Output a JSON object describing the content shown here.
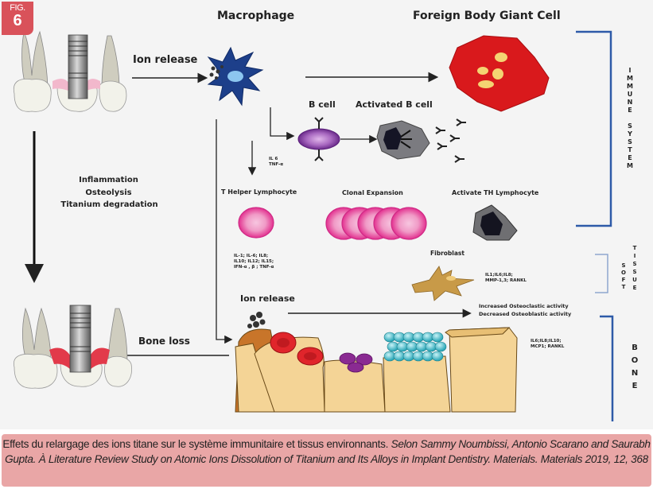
{
  "figure": {
    "badge_top": "FIG.",
    "badge_number": "6",
    "badge_color": "#d9525a"
  },
  "labels": {
    "macrophage": "Macrophage",
    "foreign_body_giant_cell": "Foreign Body Giant Cell",
    "ion_release_top": "Ion release",
    "b_cell": "B cell",
    "activated_b_cell": "Activated B cell",
    "il6_tnf": "IL 6\nTNF-α",
    "t_helper": "T Helper Lymphocyte",
    "clonal_expansion": "Clonal Expansion",
    "activate_th": "Activate TH Lymphocyte",
    "cytokines_th": "IL-1; IL-6; IL8;\nIL10; IL12; IL15;\nIFN-α , β ; TNF-α",
    "fibroblast": "Fibroblast",
    "fibroblast_cytokines": "IL1;IL6;IL8;\nMMP-1,3; RANKL",
    "ion_release_bottom": "Ion release",
    "increased_osteoclastic": "Increased Osteoclastic activity",
    "decreased_osteoblastic": "Decreased Osteoblastic activity",
    "bone_cytokines": "IL6;IL8;IL10;\nMCP1; RANKL",
    "bone_loss": "Bone loss",
    "inflammation": "Inflammation",
    "osteolysis": "Osteolysis",
    "titanium_degradation": "Titanium degradation"
  },
  "sections": {
    "immune_system": "IMMUNE SYSTEM",
    "soft_tissue_soft": "SOFT",
    "soft_tissue_tissue": "TISSUE",
    "bone": "BONE",
    "bracket_color": "#2e5aa8"
  },
  "caption": {
    "plain": "Effets du relargage des ions titane sur le système immunitaire et tissus environnants. ",
    "italic": "Selon Sammy Noumbissi, Antonio Scarano and Saurabh Gupta. À Literature Review Study on Atomic Ions Dissolution of Titanium and Its Alloys in Implant Dentistry. Materials. Materials 2019, 12, 368",
    "background": "#e9a6a6"
  }
}
